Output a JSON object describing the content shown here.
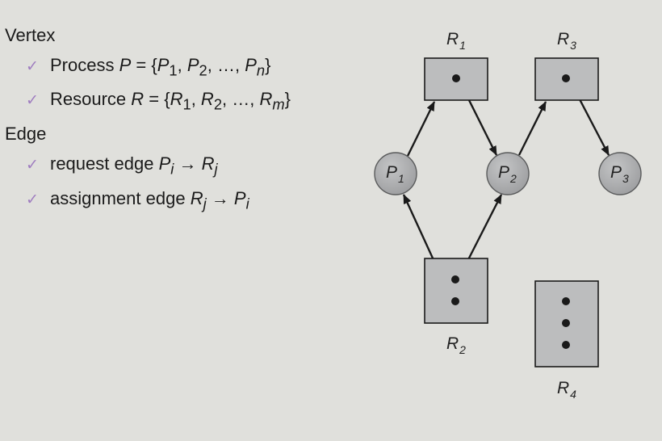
{
  "left_text": {
    "vertex_heading": "Vertex",
    "process": {
      "check": "✓",
      "label": "Process",
      "var": "P",
      "eq": " = {",
      "t1": "P",
      "s1": "1",
      "sep1": ", ",
      "t2": "P",
      "s2": "2",
      "sep2": ", …, ",
      "tn": "P",
      "sn": "n",
      "close": "}"
    },
    "resource": {
      "check": "✓",
      "label": "Resource",
      "var": "R",
      "eq": " = {",
      "t1": "R",
      "s1": "1",
      "sep1": ", ",
      "t2": "R",
      "s2": "2",
      "sep2": ", …, ",
      "tm": "R",
      "sm": "m",
      "close": "}"
    },
    "edge_heading": "Edge",
    "request_edge": {
      "check": "✓",
      "label": "request edge",
      "from": "P",
      "from_sub": "i",
      "arrow": " → ",
      "to": "R",
      "to_sub": "j"
    },
    "assignment_edge": {
      "check": "✓",
      "label": "assignment edge",
      "from": "R",
      "from_sub": "j",
      "arrow": " → ",
      "to": "P",
      "to_sub": "i"
    }
  },
  "diagram": {
    "colors": {
      "box_fill": "#bcbdbe",
      "circle_fill": "#a9aaab",
      "stroke": "#1a1a1a"
    },
    "resources": [
      {
        "id": "R1",
        "name": "R",
        "sub": "1",
        "instances": 1
      },
      {
        "id": "R2",
        "name": "R",
        "sub": "2",
        "instances": 2
      },
      {
        "id": "R3",
        "name": "R",
        "sub": "3",
        "instances": 1
      },
      {
        "id": "R4",
        "name": "R",
        "sub": "4",
        "instances": 3
      }
    ],
    "processes": [
      {
        "id": "P1",
        "name": "P",
        "sub": "1"
      },
      {
        "id": "P2",
        "name": "P",
        "sub": "2"
      },
      {
        "id": "P3",
        "name": "P",
        "sub": "3"
      }
    ],
    "edges": [
      {
        "from": "P1",
        "to": "R1",
        "kind": "request"
      },
      {
        "from": "R1",
        "to": "P2",
        "kind": "assignment"
      },
      {
        "from": "P2",
        "to": "R3",
        "kind": "request"
      },
      {
        "from": "R3",
        "to": "P3",
        "kind": "assignment"
      },
      {
        "from": "R2",
        "to": "P1",
        "kind": "assignment"
      },
      {
        "from": "R2",
        "to": "P2",
        "kind": "assignment"
      }
    ]
  }
}
